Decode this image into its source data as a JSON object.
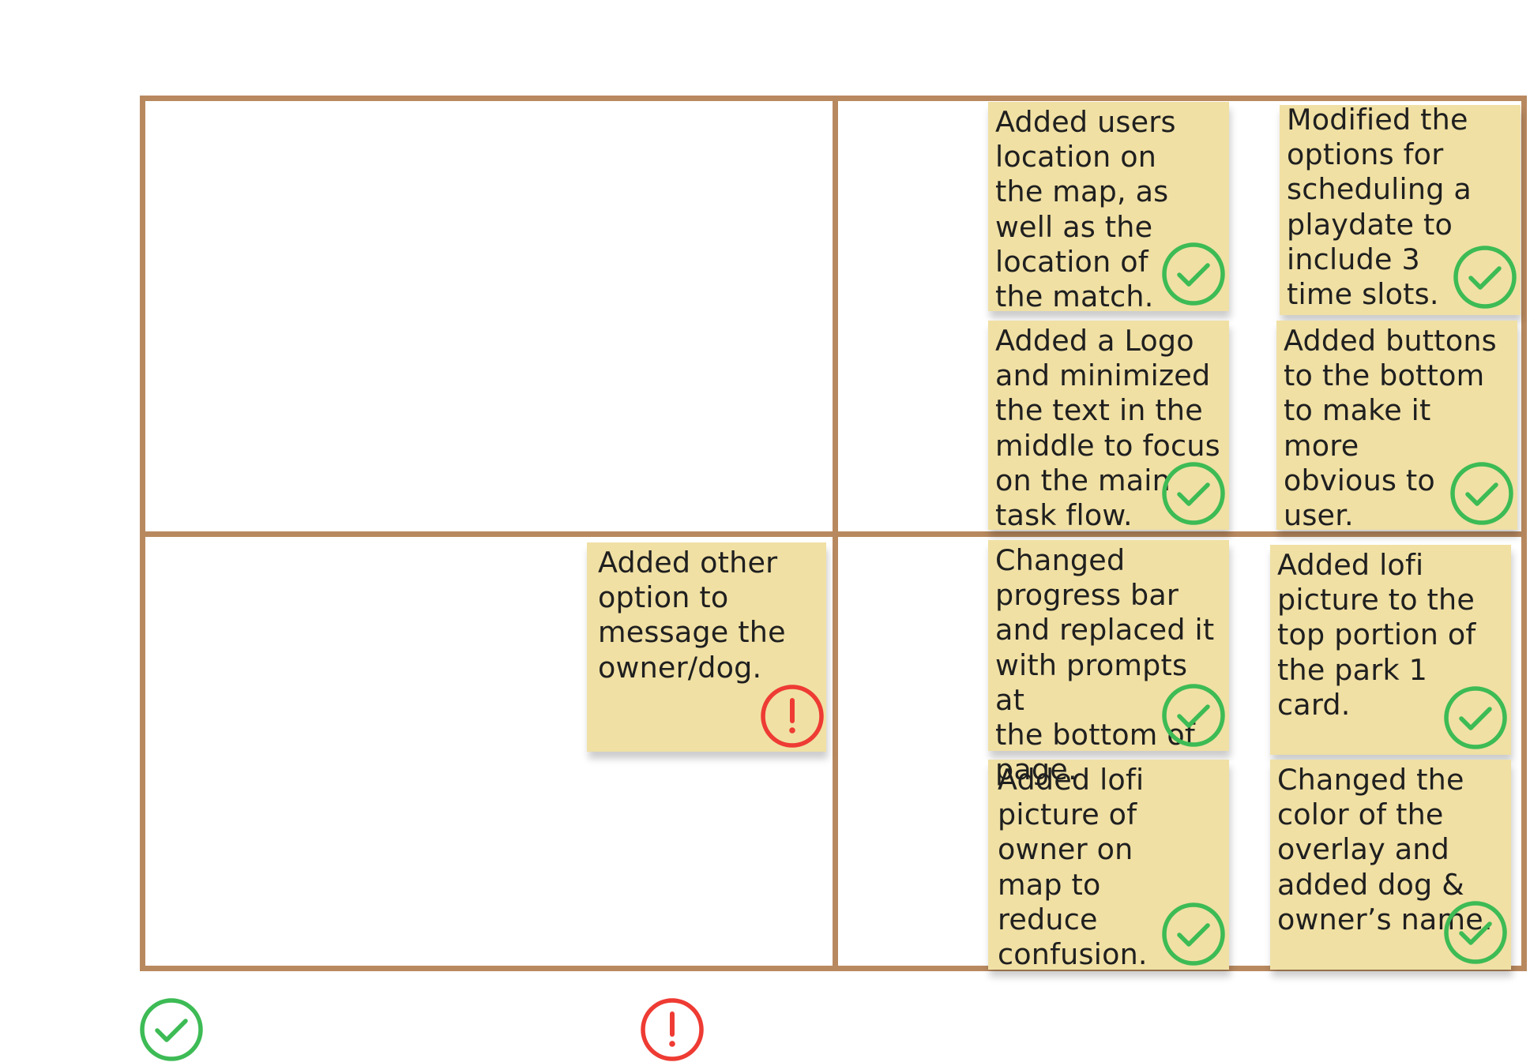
{
  "colors": {
    "board": "#b8895f",
    "sticky": "#f0e0a4",
    "check": "#3dbb55",
    "alert": "#ee3b33"
  },
  "legend": [
    {
      "icon": "check-circle-icon"
    },
    {
      "icon": "exclamation-circle-icon"
    }
  ],
  "quadrants": {
    "top_left": {
      "notes": []
    },
    "top_right": {
      "notes": [
        {
          "text": "Added users\nlocation on\nthe map, as\nwell as the\nlocation of\nthe match.",
          "status": "check"
        },
        {
          "text": "Modified the\noptions for\nscheduling a\nplaydate to\ninclude 3\ntime slots.",
          "status": "check"
        },
        {
          "text": "Added a Logo\nand minimized\nthe text in the\nmiddle to focus\non the main\ntask flow.",
          "status": "check"
        },
        {
          "text": "Added buttons\nto the bottom\nto make it more\nobvious to user.",
          "status": "check"
        }
      ]
    },
    "bottom_left": {
      "notes": [
        {
          "text": "Added other\noption to\nmessage the\nowner/dog.",
          "status": "alert"
        }
      ]
    },
    "bottom_right": {
      "notes": [
        {
          "text": "Changed\nprogress bar\nand replaced it\nwith prompts at\nthe bottom of\npage.",
          "status": "check"
        },
        {
          "text": "Added lofi\npicture to the\ntop portion of\nthe park 1\ncard.",
          "status": "check"
        },
        {
          "text": "Added lofi\npicture of\nowner on\nmap to\nreduce\nconfusion.",
          "status": "check"
        },
        {
          "text": "Changed the\ncolor of the\noverlay and\nadded dog &\nowner’s name.",
          "status": "check"
        }
      ]
    }
  }
}
